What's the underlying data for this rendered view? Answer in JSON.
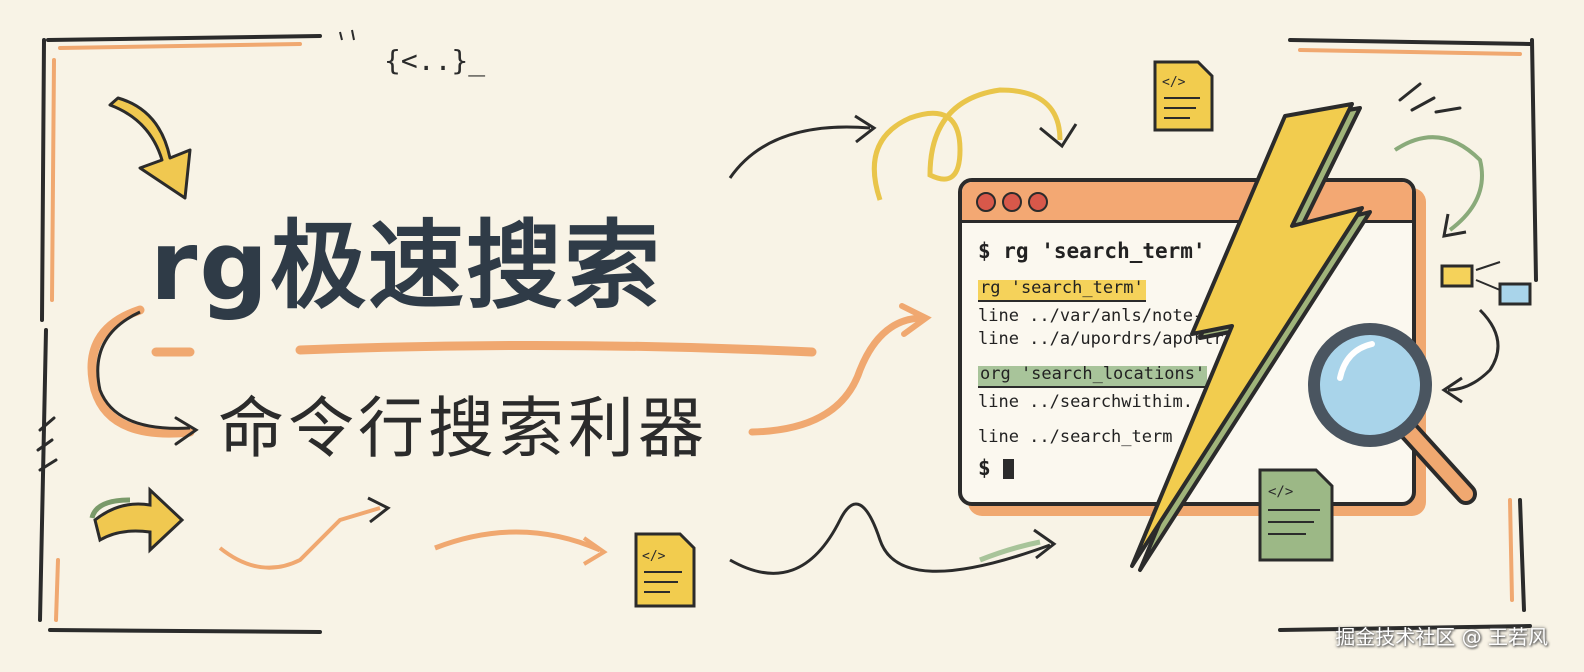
{
  "title": "rg极速搜索",
  "subtitle": "命令行搜索利器",
  "code_glyph": "{<..}_",
  "terminal": {
    "command_line": "$ rg 'search_term'",
    "group1_pattern": "rg 'search_term'",
    "group1_lines": [
      "line ../var/anls/note-ect",
      "line ../a/upordrs/aportr"
    ],
    "group2_pattern": "org 'search_locations'",
    "group2_lines": [
      "line ../searchwithim...ard",
      "line ../search_term"
    ],
    "prompt_end": "$"
  },
  "watermark": "掘金技术社区 @ 王若风",
  "colors": {
    "background": "#f8f3e6",
    "ink": "#2b2b2b",
    "title_ink": "#2f3b47",
    "orange": "#f3a873",
    "yellow": "#f5d25a",
    "green": "#a8c49a",
    "blue": "#a9d4ea"
  },
  "icons": [
    "lightning-bolt-icon",
    "magnifier-icon",
    "code-document-icon",
    "arrow-icon"
  ]
}
